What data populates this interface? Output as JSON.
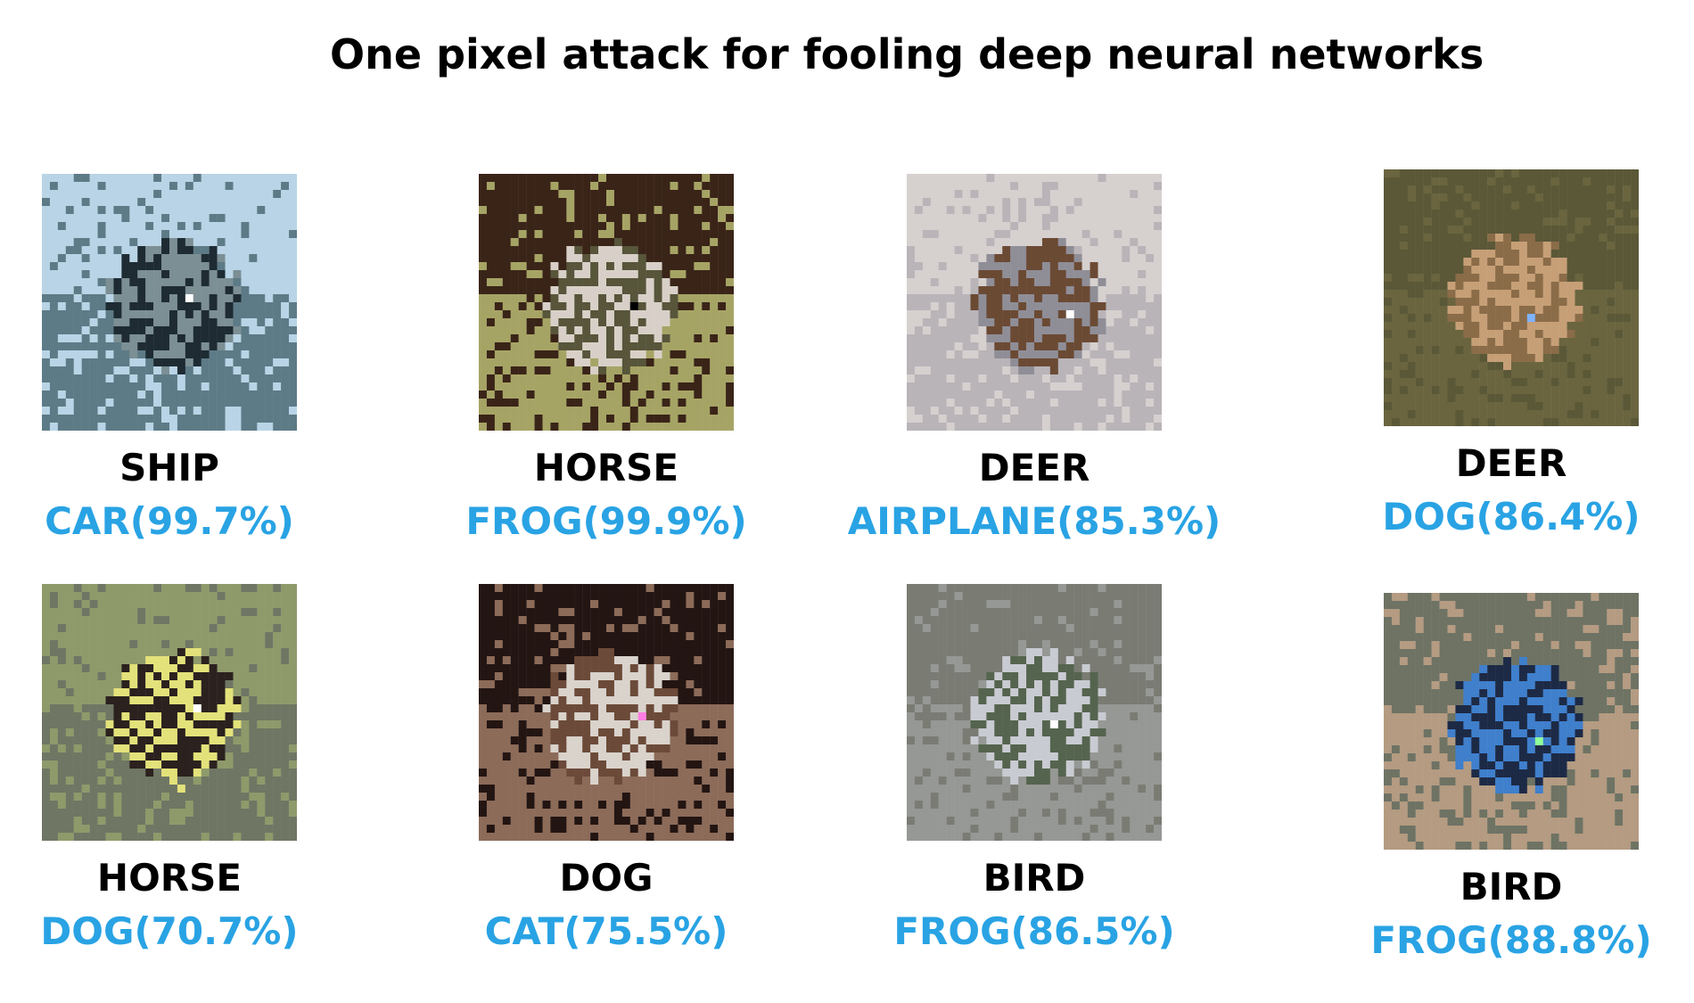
{
  "title": "One pixel attack for fooling deep neural networks",
  "colors": {
    "true_label": "#000000",
    "predicted_label": "#29a3e4"
  },
  "examples": [
    {
      "true_label": "SHIP",
      "predicted": "CAR(99.7%)",
      "image": "ship-image",
      "palette": [
        "#b9d4e6",
        "#7c8f94",
        "#1e2b33",
        "#5d7b86"
      ],
      "pixel_color": "#ffffff"
    },
    {
      "true_label": "HORSE",
      "predicted": "FROG(99.9%)",
      "image": "horse-image",
      "palette": [
        "#3a2418",
        "#d8d0c8",
        "#57553a",
        "#a6a465"
      ],
      "pixel_color": "#000000"
    },
    {
      "true_label": "DEER",
      "predicted": "AIRPLANE(85.3%)",
      "image": "deer-image",
      "palette": [
        "#d6d0cf",
        "#8f8e97",
        "#6b4a34",
        "#b9b4b8"
      ],
      "pixel_color": "#ffffff"
    },
    {
      "true_label": "DEER",
      "predicted": "DOG(86.4%)",
      "image": "deer-image",
      "palette": [
        "#5a5837",
        "#8a6c48",
        "#c79f77",
        "#6a653f"
      ],
      "pixel_color": "#7fb2ff"
    },
    {
      "true_label": "HORSE",
      "predicted": "DOG(70.7%)",
      "image": "horse-rider-image",
      "palette": [
        "#8f9a6b",
        "#2b211e",
        "#e3e27a",
        "#6f7664"
      ],
      "pixel_color": "#ffffff"
    },
    {
      "true_label": "DOG",
      "predicted": "CAT(75.5%)",
      "image": "dog-image",
      "palette": [
        "#231512",
        "#d9d3cc",
        "#6c4a39",
        "#8c6b59"
      ],
      "pixel_color": "#ff7de3"
    },
    {
      "true_label": "BIRD",
      "predicted": "FROG(86.5%)",
      "image": "bird-image",
      "palette": [
        "#7a7b73",
        "#c9cbd2",
        "#55644e",
        "#969895"
      ],
      "pixel_color": "#ffffff"
    },
    {
      "true_label": "BIRD",
      "predicted": "FROG(88.8%)",
      "image": "bird-image",
      "palette": [
        "#6e7364",
        "#1d2a46",
        "#3f7fcc",
        "#b49b82"
      ],
      "pixel_color": "#8fff9a"
    }
  ]
}
